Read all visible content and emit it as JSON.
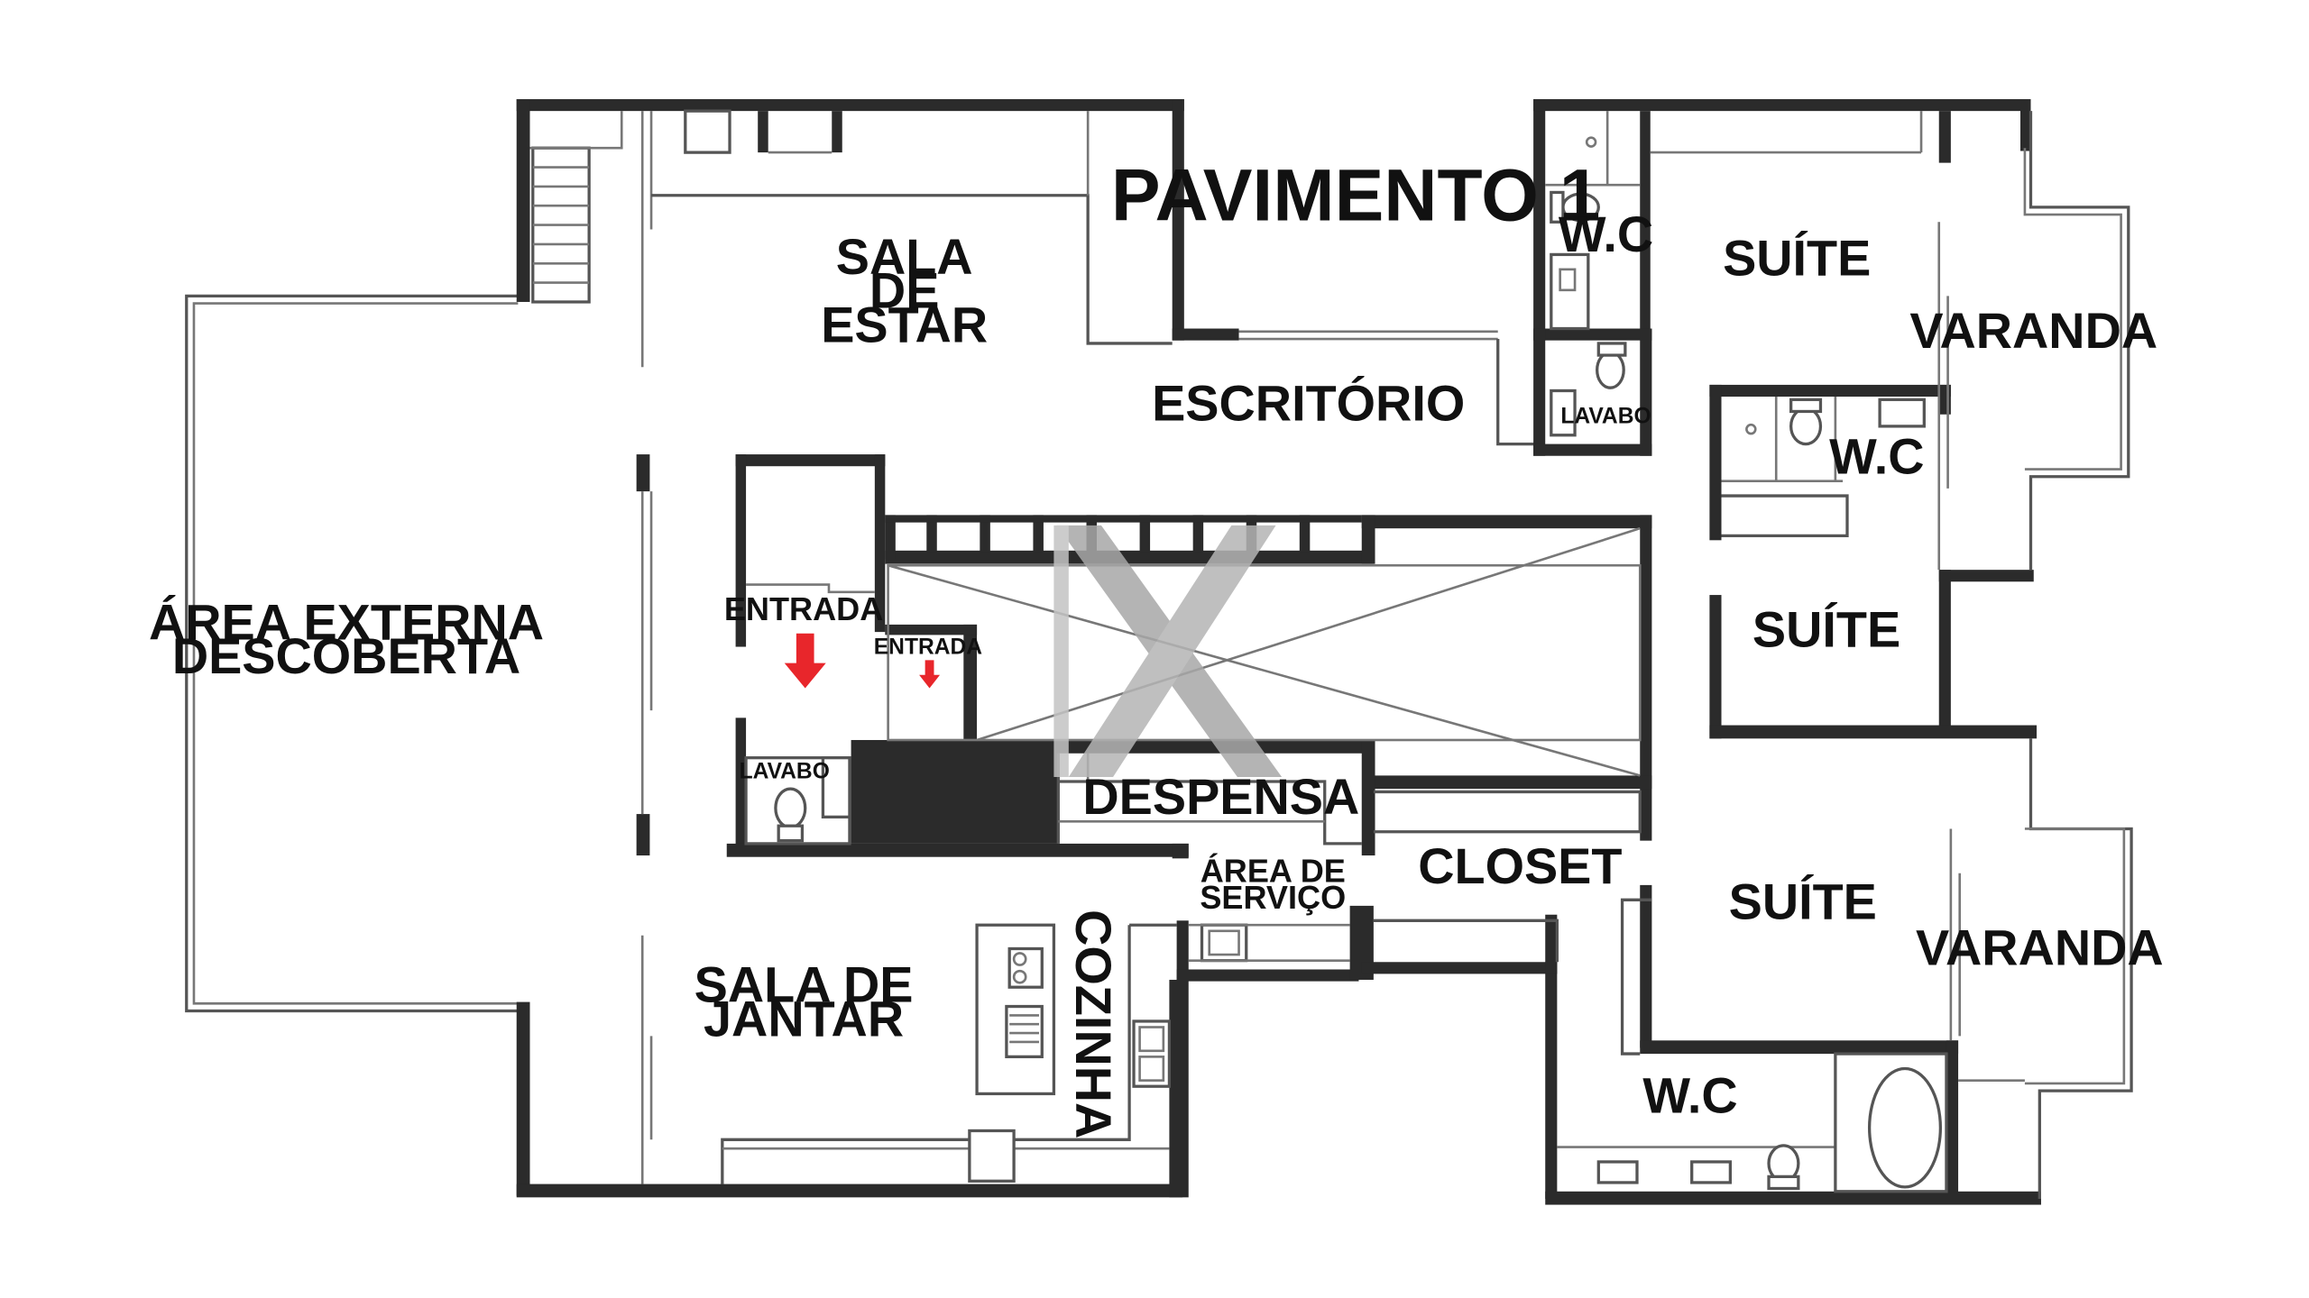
{
  "title": "PAVIMENTO 1",
  "rooms": {
    "area_externa": [
      "ÁREA EXTERNA",
      "DESCOBERTA"
    ],
    "sala_estar": [
      "SALA",
      "DE",
      "ESTAR"
    ],
    "escritorio": "ESCRITÓRIO",
    "entrada": "ENTRADA",
    "entrada_small": "ENTRADA",
    "lavabo_left": "LAVABO",
    "lavabo_right": "LAVABO",
    "despensa": "DESPENSA",
    "area_servico": [
      "ÁREA DE",
      "SERVIÇO"
    ],
    "sala_jantar": [
      "SALA DE",
      "JANTAR"
    ],
    "cozinha": "COZINHA",
    "closet": "CLOSET",
    "wc_top": "W.C",
    "wc_mid": "W.C",
    "wc_bottom": "W.C",
    "suite_top": "SUÍTE",
    "suite_mid": "SUÍTE",
    "suite_bottom": "SUÍTE",
    "varanda_top": "VARANDA",
    "varanda_bottom": "VARANDA"
  },
  "colors": {
    "wall": "#2b2b2b",
    "arrow": "#e8262b",
    "watermark": "#a8a8a8"
  },
  "icons": [
    "entrance-arrow-icon",
    "toilet-icon",
    "sink-icon",
    "cooktop-icon",
    "bathtub-icon",
    "logo-watermark"
  ]
}
